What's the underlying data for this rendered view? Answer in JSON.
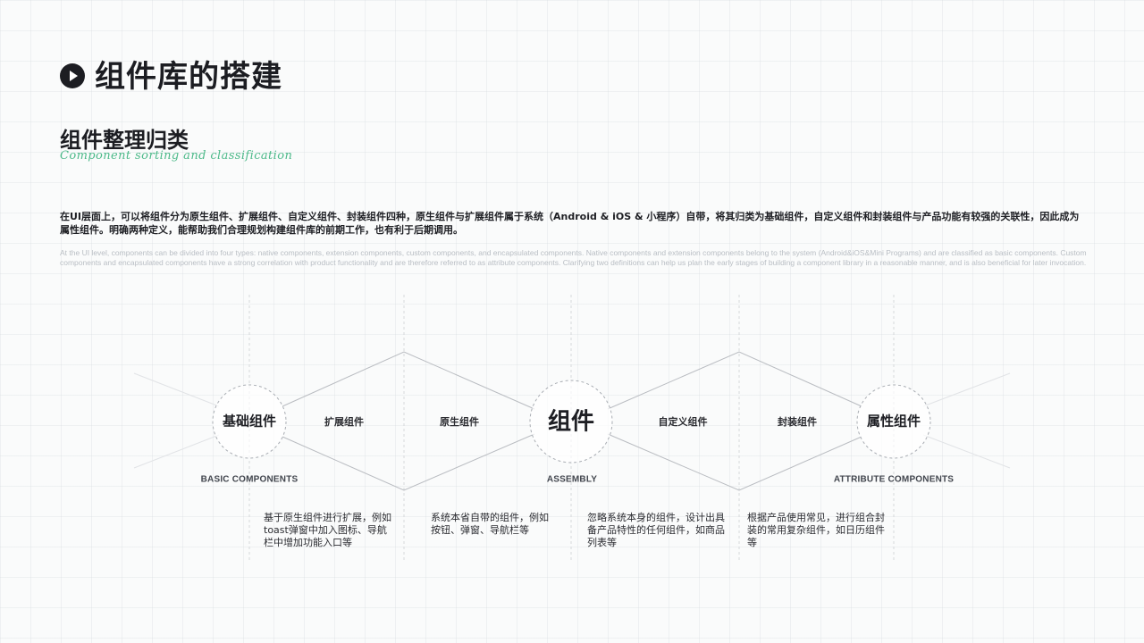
{
  "header": {
    "title": "组件库的搭建",
    "icon": "play-circle-icon"
  },
  "section": {
    "title": "组件整理归类",
    "subtitle": "Component sorting and classification"
  },
  "description": {
    "cn": "在UI层面上，可以将组件分为原生组件、扩展组件、自定义组件、封装组件四种，原生组件与扩展组件属于系统（Android & iOS & 小程序）自带，将其归类为基础组件，自定义组件和封装组件与产品功能有较强的关联性，因此成为属性组件。明确两种定义，能帮助我们合理规划构建组件库的前期工作，也有利于后期调用。",
    "en": "At the UI level, components can be divided into four types: native components, extension components, custom components, and encapsulated components. Native components and extension components belong to the system (Android&iOS&Mini Programs) and are classified as basic components. Custom components and encapsulated components have a strong correlation with product functionality and are therefore referred to as attribute components. Clarifying two definitions can help us plan the early stages of building a component library in a reasonable manner, and is also beneficial for later invocation."
  },
  "diagram": {
    "left_node": {
      "label": "基础组件",
      "en": "BASIC COMPONENTS"
    },
    "center_node": {
      "label": "组件",
      "en": "ASSEMBLY"
    },
    "right_node": {
      "label": "属性组件",
      "en": "ATTRIBUTE COMPONENTS"
    },
    "categories": [
      {
        "label": "扩展组件",
        "note": "基于原生组件进行扩展，例如toast弹窗中加入图标、导航栏中增加功能入口等"
      },
      {
        "label": "原生组件",
        "note": "系统本省自带的组件，例如按钮、弹窗、导航栏等"
      },
      {
        "label": "自定义组件",
        "note": "忽略系统本身的组件，设计出具备产品特性的任何组件，如商品列表等"
      },
      {
        "label": "封装组件",
        "note": "根据产品使用常见，进行组合封装的常用复杂组件，如日历组件等"
      }
    ],
    "colors": {
      "line": "#b9bcc1",
      "dash": "#c9ccd0",
      "accent": "#4cb989"
    }
  }
}
